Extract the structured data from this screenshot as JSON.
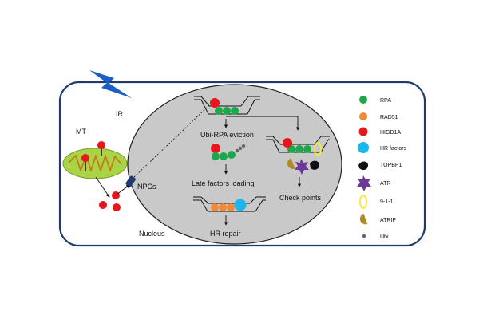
{
  "labels": {
    "ir": "IR",
    "mt": "MT",
    "npcs": "NPCs",
    "nucleus": "Nucleus",
    "ubi_rpa_eviction": "Ubi-RPA eviction",
    "late_factors_loading": "Late factors loading",
    "hr_repair": "HR repair",
    "check_points": "Check points"
  },
  "legend": {
    "rpa": "RPA",
    "rad51": "RAD51",
    "higd1a": "HIGD1A",
    "hr_factors": "HR factors",
    "topbp1": "TOPBP1",
    "atr": "ATR",
    "nine_one_one": "9-1-1",
    "atrip": "ATRIP",
    "ubi": "Ubi"
  },
  "colors": {
    "rpa": "#1aa84a",
    "rad51": "#ee8a3a",
    "higd1a": "#e8161c",
    "hr_factors": "#1ab6ec",
    "topbp1": "#111111",
    "atr": "#6b3a96",
    "nine_one_one": "#f4ea3a",
    "atrip": "#b08a22",
    "ubi": "#666666",
    "nucleus_fill": "#c9c9c9",
    "cell_border": "#1e3a6e",
    "lightning": "#1a5fc4",
    "mito_fill": "#a8d445",
    "npc": "#1e3a6e"
  },
  "icons": {
    "lightning": "lightning-bolt-icon",
    "mitochondrion": "mitochondrion-icon",
    "npc": "nuclear-pore-complex-icon"
  }
}
